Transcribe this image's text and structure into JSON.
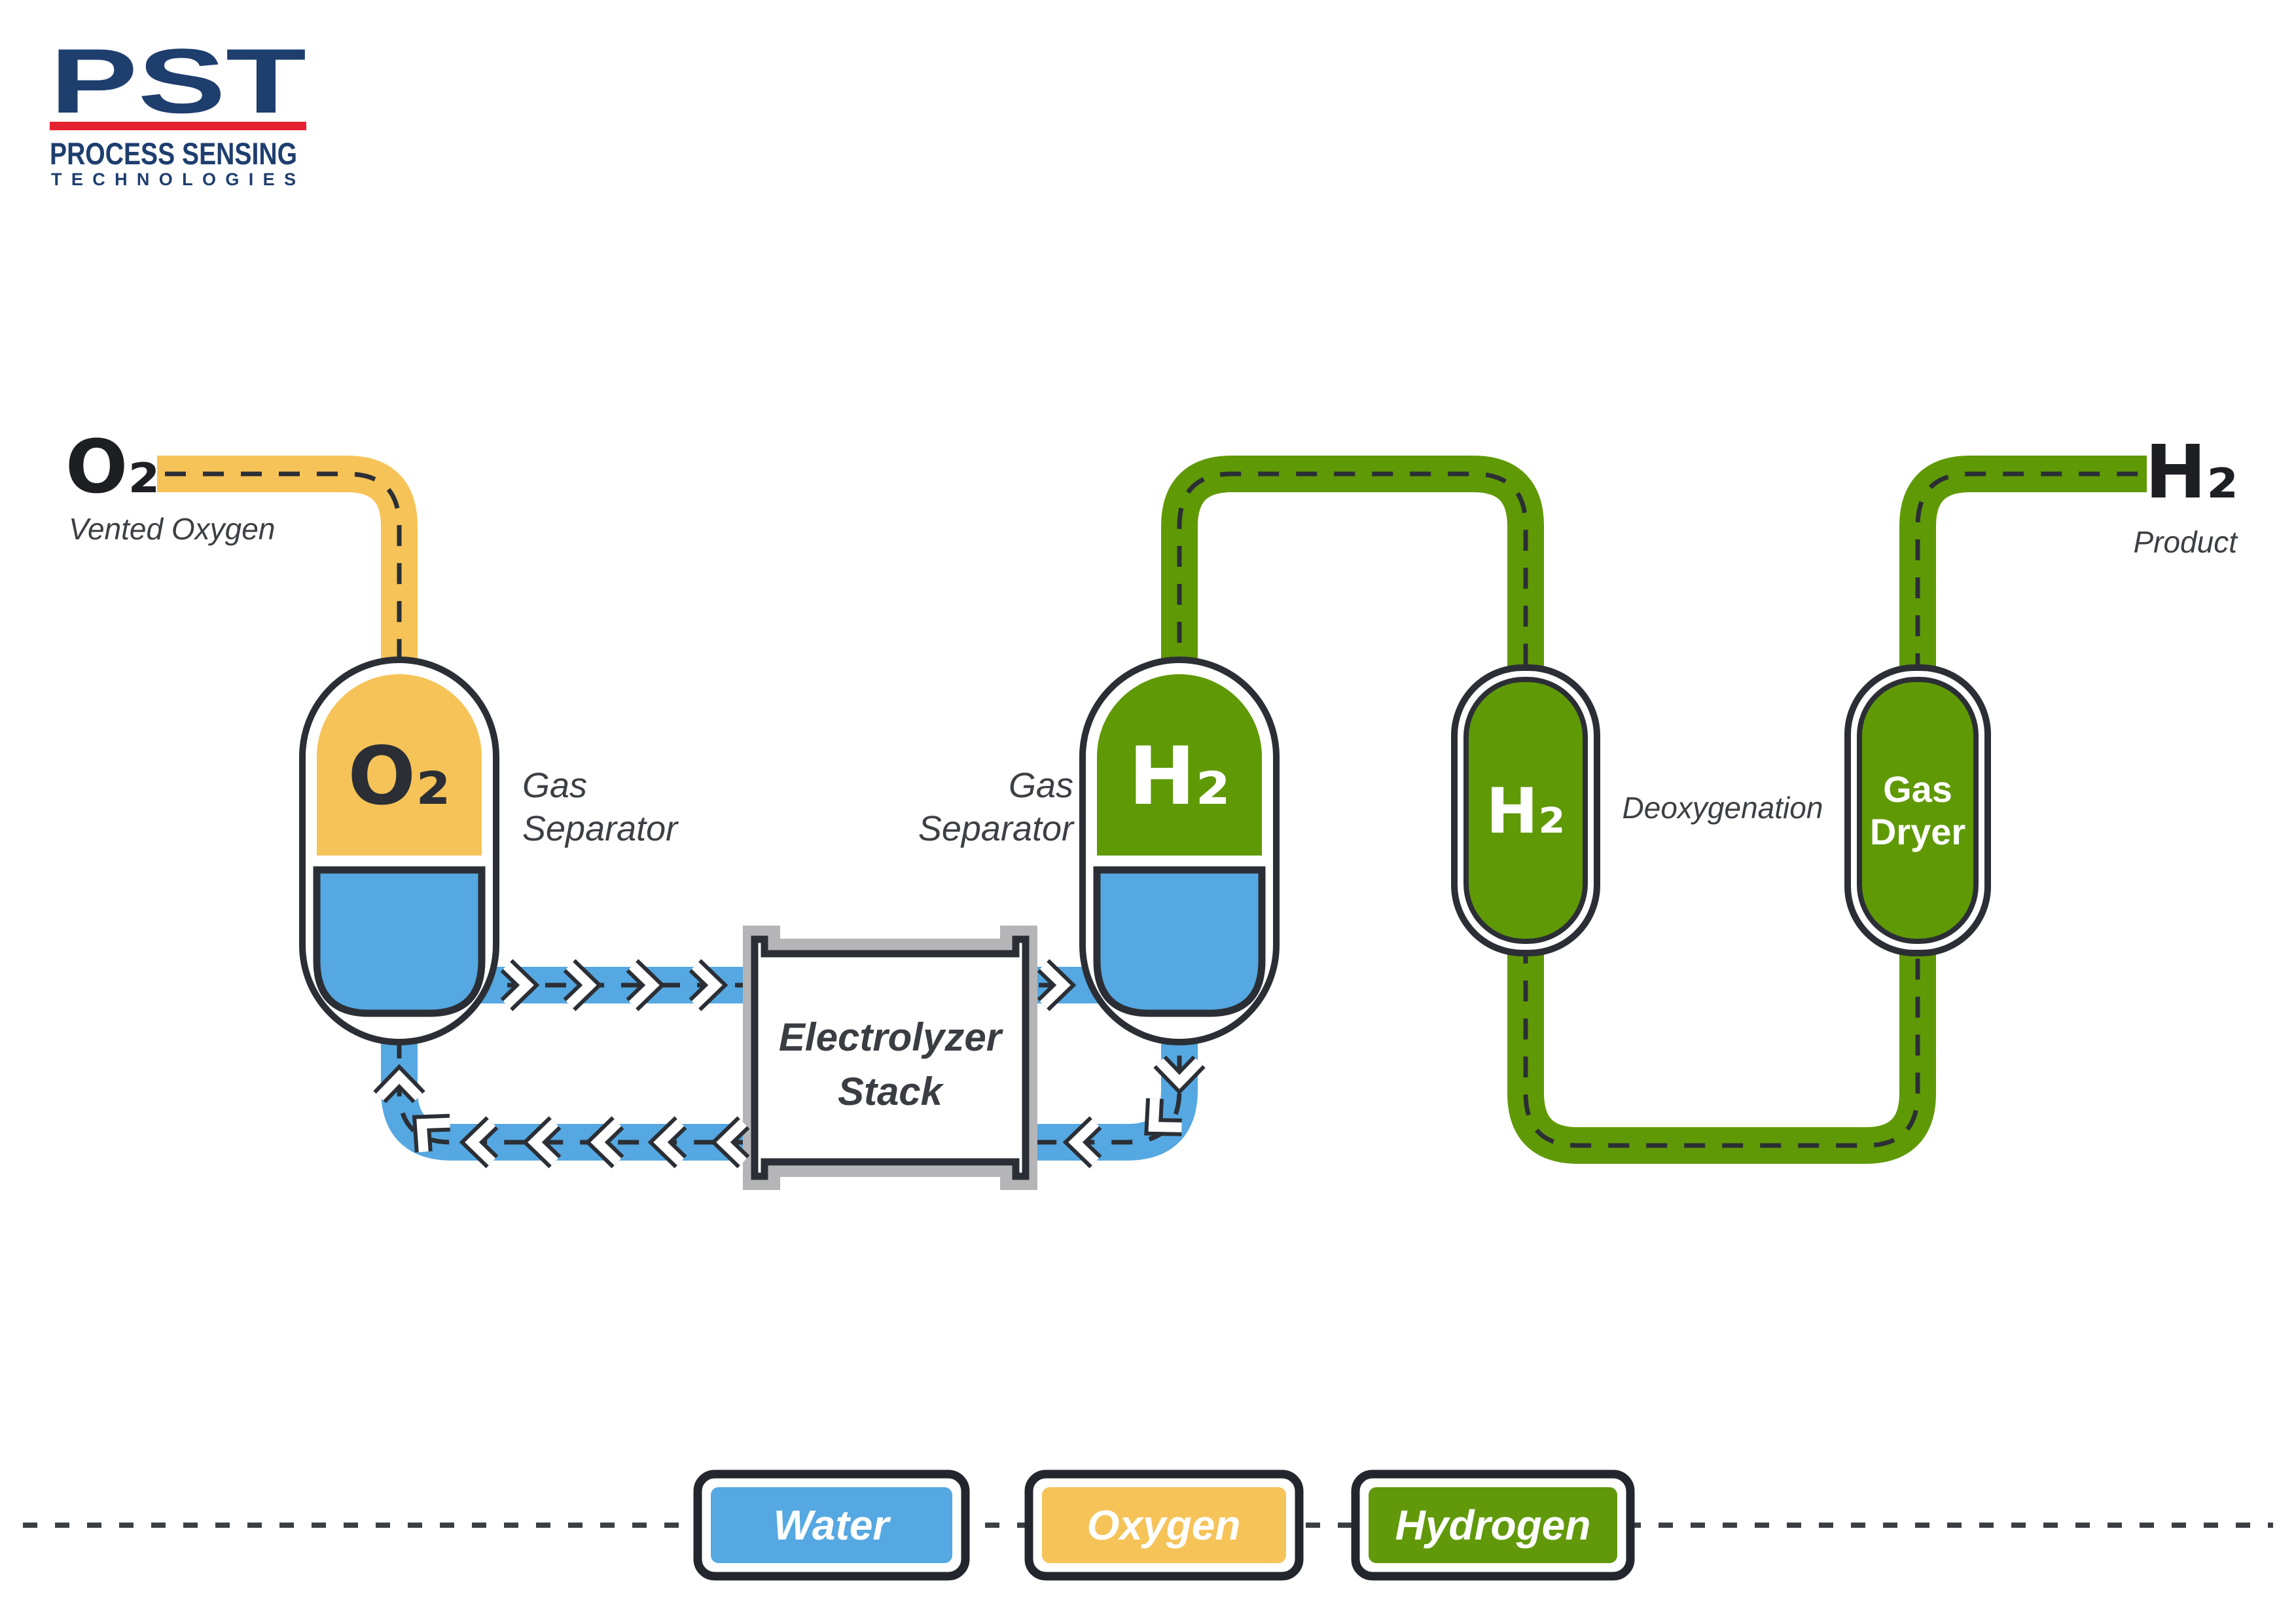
{
  "colors": {
    "ink": "#2b2f35",
    "frame_gray": "#b5b5b7",
    "water_blue": "#55a8e1",
    "oxygen_yellow": "#f6c358",
    "hydrogen_green": "#609906",
    "text_dark": "#3c3f43",
    "logo_navy": "#1e3e6e",
    "logo_red": "#e52330"
  },
  "logo": {
    "brand": "PST",
    "line1": "PROCESS SENSING",
    "line2": "TECHNOLOGIES"
  },
  "vent": {
    "gas": "O₂",
    "caption": "Vented Oxygen"
  },
  "product": {
    "gas": "H₂",
    "caption": "Product"
  },
  "vessels": {
    "o2_separator": {
      "tag": "O₂",
      "caption1": "Gas",
      "caption2": "Separator"
    },
    "h2_separator": {
      "tag": "H₂",
      "caption1": "Gas",
      "caption2": "Separator"
    },
    "deoxygenation": {
      "tag": "H₂",
      "caption": "Deoxygenation"
    },
    "gas_dryer": {
      "line1": "Gas",
      "line2": "Dryer"
    }
  },
  "electrolyzer": {
    "line1": "Electrolyzer",
    "line2": "Stack"
  },
  "legend": {
    "items": [
      {
        "label": "Water",
        "color": "#55a8e1"
      },
      {
        "label": "Oxygen",
        "color": "#f6c358"
      },
      {
        "label": "Hydrogen",
        "color": "#61990b"
      }
    ]
  }
}
